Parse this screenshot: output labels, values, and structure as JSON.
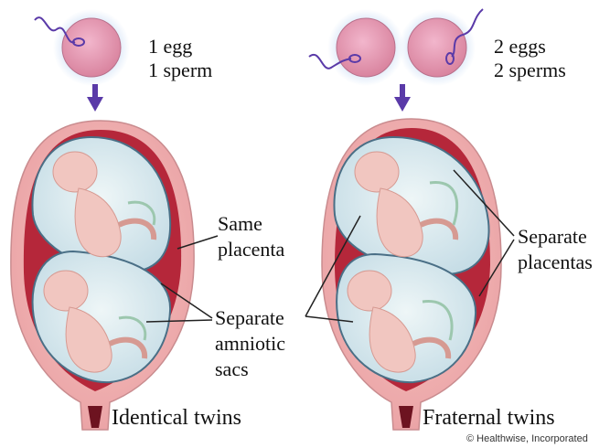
{
  "identical": {
    "egg_line": "1 egg",
    "sperm_line": "1 sperm",
    "placenta_label": [
      "Same",
      "placenta"
    ],
    "caption": "Identical twins"
  },
  "fraternal": {
    "egg_line": "2 eggs",
    "sperm_line": "2 sperms",
    "placenta_label": [
      "Separate",
      "placentas"
    ],
    "caption": "Fraternal twins"
  },
  "shared": {
    "sac_label": [
      "Separate",
      "amniotic",
      "sacs"
    ]
  },
  "credit": "© Healthwise, Incorporated",
  "colors": {
    "egg_fill": "#e79ab5",
    "egg_glow": "#cfe0f6",
    "arrow": "#5a3aa8",
    "uterus_outer": "#f3b8b8",
    "uterus_inner": "#c0273a",
    "sac_fill": "#dcebf0",
    "sac_edge": "#4a6f86",
    "fetus": "#f1c6c0"
  }
}
